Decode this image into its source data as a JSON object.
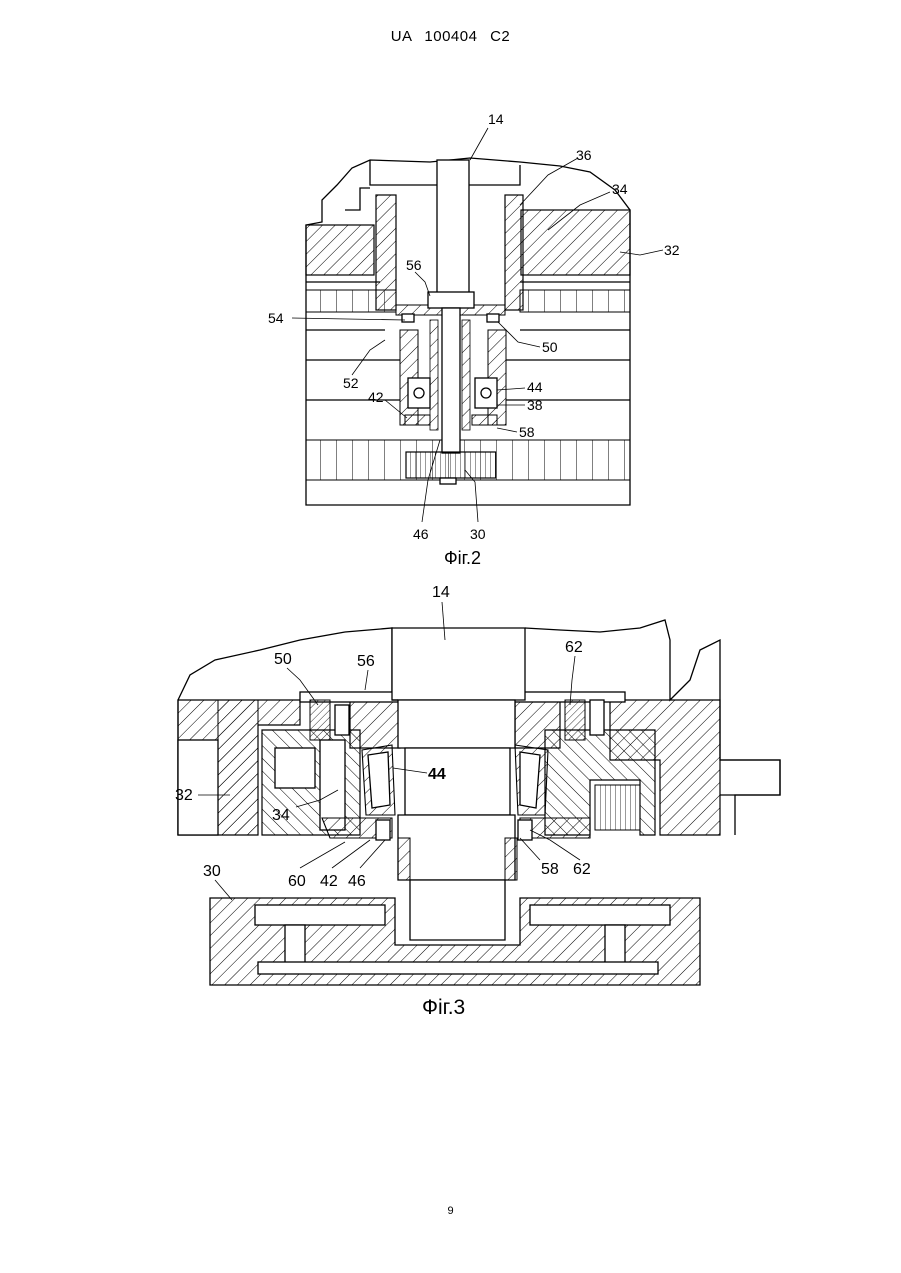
{
  "header": {
    "text": "UA   100404   C2"
  },
  "figure2": {
    "caption": "Фіг.2",
    "labels": [
      "14",
      "36",
      "34",
      "32",
      "56",
      "54",
      "50",
      "52",
      "44",
      "42",
      "38",
      "58",
      "46",
      "30"
    ]
  },
  "figure3": {
    "caption": "Фіг.3",
    "labels": [
      "14",
      "50",
      "56",
      "62",
      "44",
      "32",
      "34",
      "30",
      "60",
      "42",
      "46",
      "58",
      "62"
    ]
  },
  "footer": {
    "page_number": "9"
  }
}
